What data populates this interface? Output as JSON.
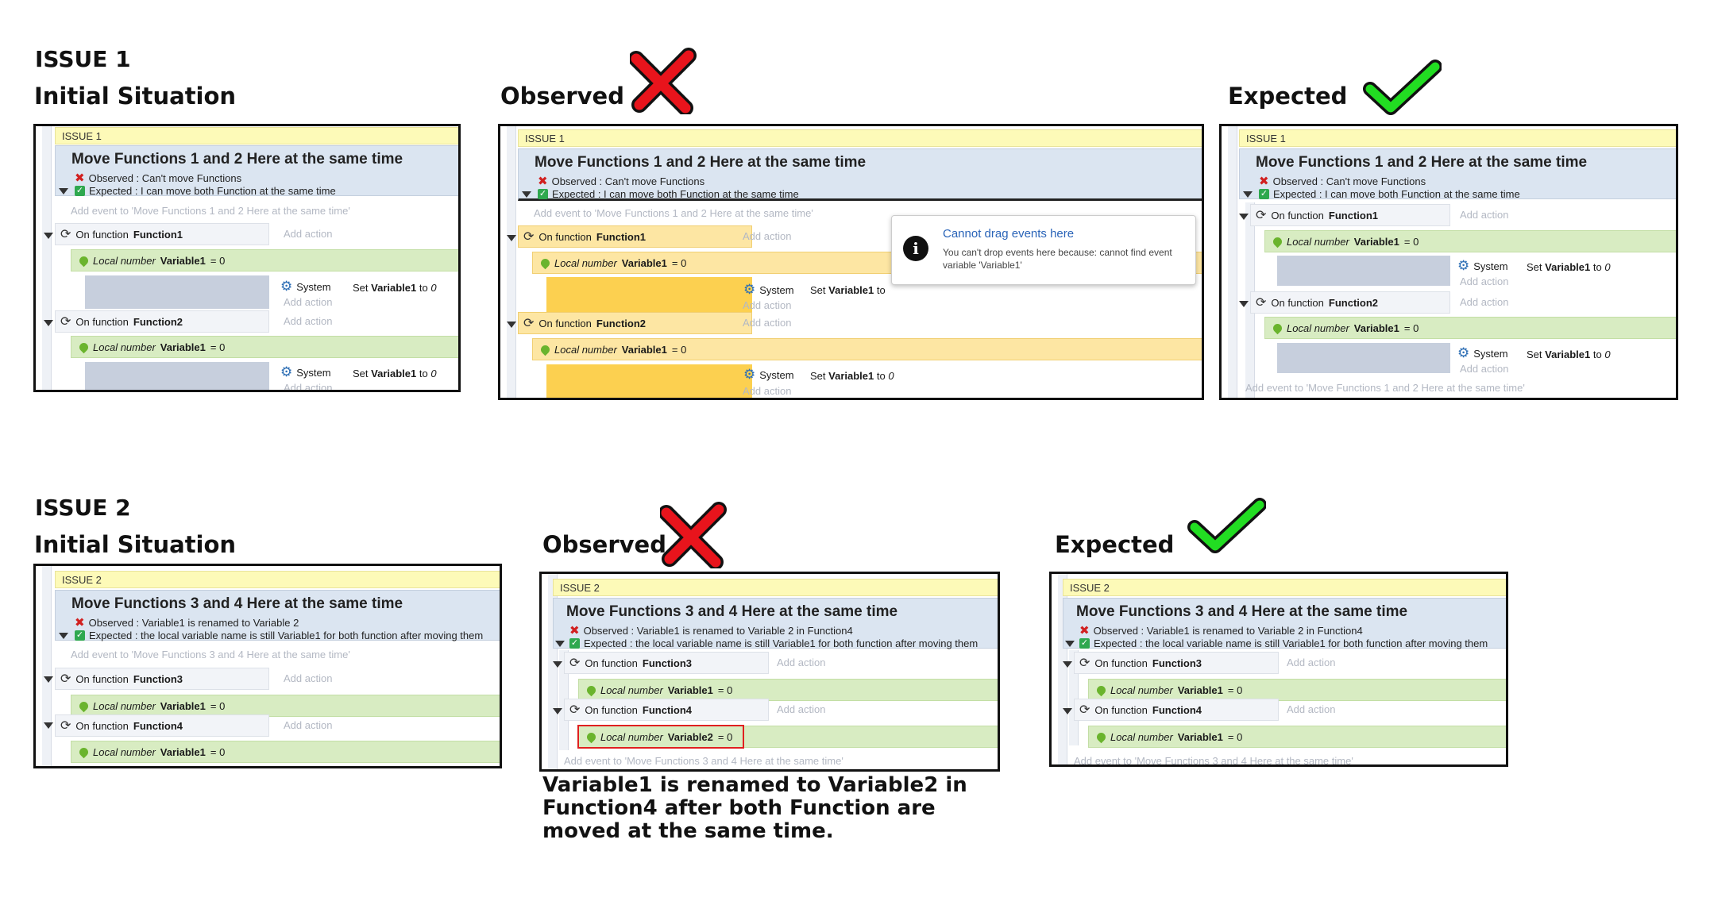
{
  "headings": {
    "issue1": "ISSUE 1",
    "issue2": "ISSUE 2",
    "initial": "Initial Situation",
    "observed": "Observed",
    "expected": "Expected"
  },
  "colors": {
    "cross": "#e8141c",
    "check": "#22dd22",
    "accent": "#2a64b8",
    "local_var_bg": "#d8ecc2",
    "moving_bg": "#fde6a3"
  },
  "icons": {
    "cross": "red-cross-icon",
    "check": "green-checkmark-icon",
    "loop": "loop-icon",
    "gear": "gear-icon",
    "pin": "local-variable-pin-icon",
    "info": "info-icon"
  },
  "issue1": {
    "tag": "ISSUE 1",
    "title": "Move Functions 1 and 2 Here at the same time",
    "observed_line": "Observed : Can't move Functions",
    "expected_line": "Expected : I can move both Function at the same time",
    "add_event": "Add event to 'Move Functions 1 and 2 Here at the same time'",
    "fn_prefix": "On function",
    "fn1": "Function1",
    "fn2": "Function2",
    "add_action": "Add action",
    "var_prefix": "Local number",
    "var_name": "Variable1",
    "var_suffix": "= 0",
    "system": "System",
    "set_prefix": "Set",
    "set_to": "to",
    "set_value": "0",
    "tooltip_title": "Cannot drag events here",
    "tooltip_text": "You can't drop events here because: cannot find event variable 'Variable1'"
  },
  "issue2": {
    "tag": "ISSUE 2",
    "title": "Move Functions 3 and 4 Here at the same time",
    "observed_line": "Observed : Variable1 is renamed to Variable 2",
    "observed_line_obs": "Observed : Variable1 is renamed to Variable 2 in Function4",
    "observed_line_exp": "Observed : Variable1 is renamed to Variable 2 in Function4",
    "expected_line": "Expected : the local variable name is still Variable1 for both function after moving them",
    "add_event": "Add event to 'Move Functions 3 and 4 Here at the same time'",
    "fn_prefix": "On function",
    "fn3": "Function3",
    "fn4": "Function4",
    "add_action": "Add action",
    "var_prefix": "Local number",
    "var1": "Variable1",
    "var2": "Variable2",
    "var_suffix": "= 0",
    "note": "Variable1 is renamed to Variable2 in Function4 after both Function are moved at the same time."
  }
}
